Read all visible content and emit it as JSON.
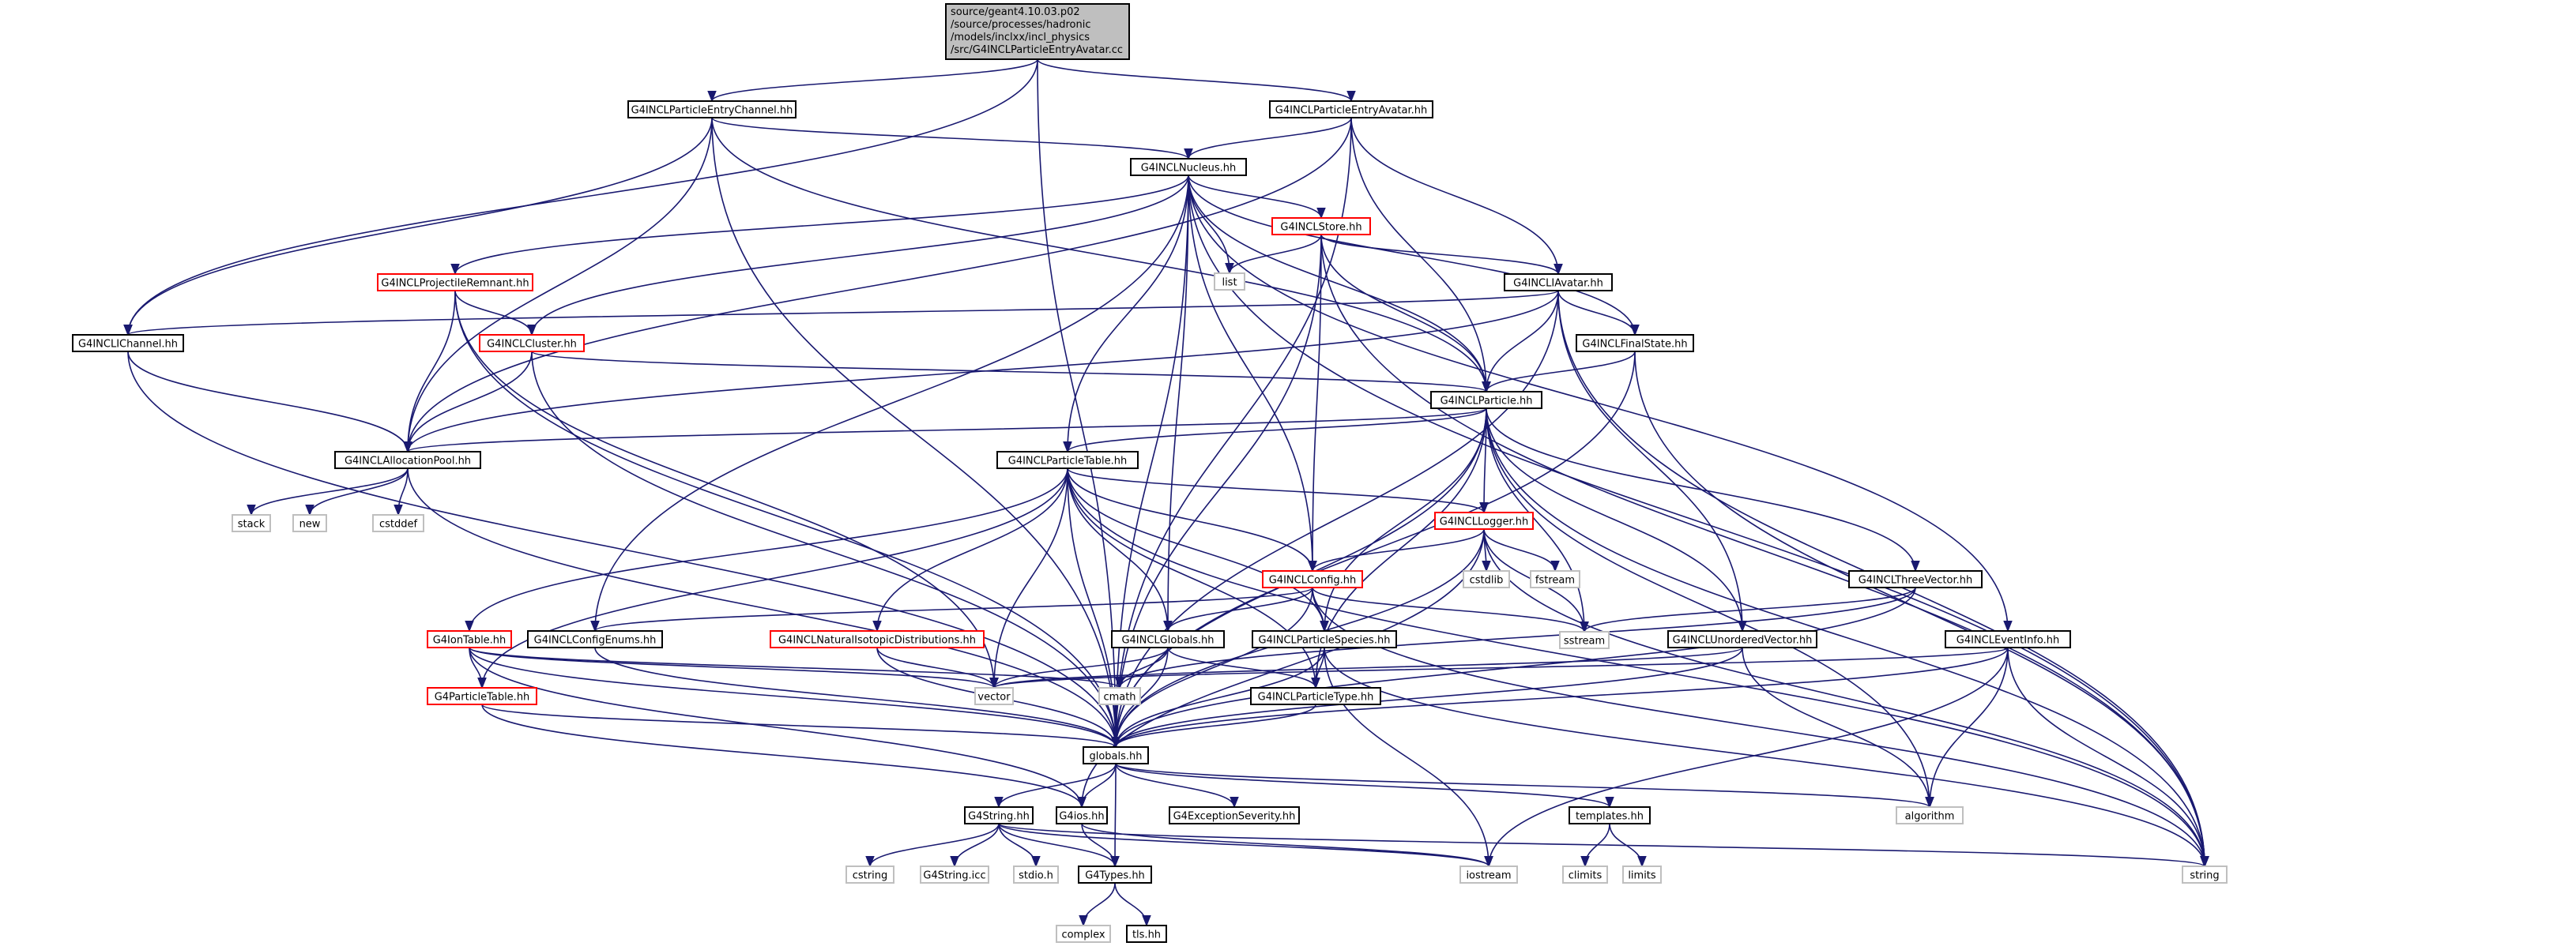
{
  "graph": {
    "colors": {
      "edge": "#191970",
      "root_fill": "#bfbfbf",
      "root_border": "#000000",
      "normal_border": "#000000",
      "red_border": "#ff0000",
      "system_border": "#bfbfbf",
      "fill": "#ffffff"
    },
    "nodes": [
      {
        "id": "root",
        "kind": "root",
        "lines": [
          "source/geant4.10.03.p02",
          "/source/processes/hadronic",
          "/models/inclxx/incl_physics",
          "/src/G4INCLParticleEntryAvatar.cc"
        ]
      },
      {
        "id": "entrychannel",
        "kind": "normal",
        "lines": [
          "G4INCLParticleEntryChannel.hh"
        ]
      },
      {
        "id": "entryavatar",
        "kind": "normal",
        "lines": [
          "G4INCLParticleEntryAvatar.hh"
        ]
      },
      {
        "id": "nucleus",
        "kind": "normal",
        "lines": [
          "G4INCLNucleus.hh"
        ]
      },
      {
        "id": "store",
        "kind": "red",
        "lines": [
          "G4INCLStore.hh"
        ]
      },
      {
        "id": "list",
        "kind": "system",
        "lines": [
          "list"
        ]
      },
      {
        "id": "projrem",
        "kind": "red",
        "lines": [
          "G4INCLProjectileRemnant.hh"
        ]
      },
      {
        "id": "iavatar",
        "kind": "normal",
        "lines": [
          "G4INCLIAvatar.hh"
        ]
      },
      {
        "id": "ichannel",
        "kind": "normal",
        "lines": [
          "G4INCLIChannel.hh"
        ]
      },
      {
        "id": "cluster",
        "kind": "red",
        "lines": [
          "G4INCLCluster.hh"
        ]
      },
      {
        "id": "finalstate",
        "kind": "normal",
        "lines": [
          "G4INCLFinalState.hh"
        ]
      },
      {
        "id": "particle",
        "kind": "normal",
        "lines": [
          "G4INCLParticle.hh"
        ]
      },
      {
        "id": "allocpool",
        "kind": "normal",
        "lines": [
          "G4INCLAllocationPool.hh"
        ]
      },
      {
        "id": "ptable",
        "kind": "normal",
        "lines": [
          "G4INCLParticleTable.hh"
        ]
      },
      {
        "id": "stack",
        "kind": "system",
        "lines": [
          "stack"
        ]
      },
      {
        "id": "new",
        "kind": "system",
        "lines": [
          "new"
        ]
      },
      {
        "id": "cstddef",
        "kind": "system",
        "lines": [
          "cstddef"
        ]
      },
      {
        "id": "logger",
        "kind": "red",
        "lines": [
          "G4INCLLogger.hh"
        ]
      },
      {
        "id": "cstdlib",
        "kind": "system",
        "lines": [
          "cstdlib"
        ]
      },
      {
        "id": "fstream",
        "kind": "system",
        "lines": [
          "fstream"
        ]
      },
      {
        "id": "config",
        "kind": "red",
        "lines": [
          "G4INCLConfig.hh"
        ]
      },
      {
        "id": "threevec",
        "kind": "normal",
        "lines": [
          "G4INCLThreeVector.hh"
        ]
      },
      {
        "id": "sstream",
        "kind": "system",
        "lines": [
          "sstream"
        ]
      },
      {
        "id": "iontable",
        "kind": "red",
        "lines": [
          "G4IonTable.hh"
        ]
      },
      {
        "id": "configenums",
        "kind": "normal",
        "lines": [
          "G4INCLConfigEnums.hh"
        ]
      },
      {
        "id": "natiso",
        "kind": "red",
        "lines": [
          "G4INCLNaturalIsotopicDistributions.hh"
        ]
      },
      {
        "id": "inclglobals",
        "kind": "normal",
        "lines": [
          "G4INCLGlobals.hh"
        ]
      },
      {
        "id": "pspecies",
        "kind": "normal",
        "lines": [
          "G4INCLParticleSpecies.hh"
        ]
      },
      {
        "id": "unordvec",
        "kind": "normal",
        "lines": [
          "G4INCLUnorderedVector.hh"
        ]
      },
      {
        "id": "eventinfo",
        "kind": "normal",
        "lines": [
          "G4INCLEventInfo.hh"
        ]
      },
      {
        "id": "g4ptable",
        "kind": "red",
        "lines": [
          "G4ParticleTable.hh"
        ]
      },
      {
        "id": "vector",
        "kind": "system",
        "lines": [
          "vector"
        ]
      },
      {
        "id": "cmath",
        "kind": "system",
        "lines": [
          "cmath"
        ]
      },
      {
        "id": "ptype",
        "kind": "normal",
        "lines": [
          "G4INCLParticleType.hh"
        ]
      },
      {
        "id": "globals",
        "kind": "normal",
        "lines": [
          "globals.hh"
        ]
      },
      {
        "id": "g4string",
        "kind": "normal",
        "lines": [
          "G4String.hh"
        ]
      },
      {
        "id": "g4ios",
        "kind": "normal",
        "lines": [
          "G4ios.hh"
        ]
      },
      {
        "id": "exsev",
        "kind": "normal",
        "lines": [
          "G4ExceptionSeverity.hh"
        ]
      },
      {
        "id": "templates",
        "kind": "normal",
        "lines": [
          "templates.hh"
        ]
      },
      {
        "id": "algorithm",
        "kind": "system",
        "lines": [
          "algorithm"
        ]
      },
      {
        "id": "cstring",
        "kind": "system",
        "lines": [
          "cstring"
        ]
      },
      {
        "id": "g4stringicc",
        "kind": "system",
        "lines": [
          "G4String.icc"
        ]
      },
      {
        "id": "stdio",
        "kind": "system",
        "lines": [
          "stdio.h"
        ]
      },
      {
        "id": "g4types",
        "kind": "normal",
        "lines": [
          "G4Types.hh"
        ]
      },
      {
        "id": "iostream",
        "kind": "system",
        "lines": [
          "iostream"
        ]
      },
      {
        "id": "climits",
        "kind": "system",
        "lines": [
          "climits"
        ]
      },
      {
        "id": "limits",
        "kind": "system",
        "lines": [
          "limits"
        ]
      },
      {
        "id": "string",
        "kind": "system",
        "lines": [
          "string"
        ]
      },
      {
        "id": "complex",
        "kind": "system",
        "lines": [
          "complex"
        ]
      },
      {
        "id": "tls",
        "kind": "normal",
        "lines": [
          "tls.hh"
        ]
      }
    ],
    "edges": [
      [
        "root",
        "entrychannel"
      ],
      [
        "root",
        "entryavatar"
      ],
      [
        "root",
        "ichannel"
      ],
      [
        "root",
        "globals"
      ],
      [
        "entrychannel",
        "nucleus"
      ],
      [
        "entrychannel",
        "ichannel"
      ],
      [
        "entrychannel",
        "allocpool"
      ],
      [
        "entrychannel",
        "particle"
      ],
      [
        "entrychannel",
        "globals"
      ],
      [
        "entryavatar",
        "nucleus"
      ],
      [
        "entryavatar",
        "iavatar"
      ],
      [
        "entryavatar",
        "particle"
      ],
      [
        "entryavatar",
        "allocpool"
      ],
      [
        "entryavatar",
        "globals"
      ],
      [
        "nucleus",
        "store"
      ],
      [
        "nucleus",
        "list"
      ],
      [
        "nucleus",
        "projrem"
      ],
      [
        "nucleus",
        "cluster"
      ],
      [
        "nucleus",
        "finalstate"
      ],
      [
        "nucleus",
        "particle"
      ],
      [
        "nucleus",
        "ptable"
      ],
      [
        "nucleus",
        "config"
      ],
      [
        "nucleus",
        "configenums"
      ],
      [
        "nucleus",
        "inclglobals"
      ],
      [
        "nucleus",
        "eventinfo"
      ],
      [
        "nucleus",
        "globals"
      ],
      [
        "nucleus",
        "string"
      ],
      [
        "store",
        "list"
      ],
      [
        "store",
        "iavatar"
      ],
      [
        "store",
        "particle"
      ],
      [
        "store",
        "config"
      ],
      [
        "store",
        "globals"
      ],
      [
        "store",
        "string"
      ],
      [
        "projrem",
        "cluster"
      ],
      [
        "projrem",
        "allocpool"
      ],
      [
        "projrem",
        "vector"
      ],
      [
        "projrem",
        "globals"
      ],
      [
        "iavatar",
        "ichannel"
      ],
      [
        "iavatar",
        "finalstate"
      ],
      [
        "iavatar",
        "particle"
      ],
      [
        "iavatar",
        "allocpool"
      ],
      [
        "iavatar",
        "unordvec"
      ],
      [
        "iavatar",
        "globals"
      ],
      [
        "iavatar",
        "string"
      ],
      [
        "ichannel",
        "allocpool"
      ],
      [
        "ichannel",
        "globals"
      ],
      [
        "cluster",
        "particle"
      ],
      [
        "cluster",
        "allocpool"
      ],
      [
        "cluster",
        "globals"
      ],
      [
        "finalstate",
        "particle"
      ],
      [
        "finalstate",
        "globals"
      ],
      [
        "finalstate",
        "string"
      ],
      [
        "particle",
        "allocpool"
      ],
      [
        "particle",
        "ptable"
      ],
      [
        "particle",
        "logger"
      ],
      [
        "particle",
        "threevec"
      ],
      [
        "particle",
        "unordvec"
      ],
      [
        "particle",
        "pspecies"
      ],
      [
        "particle",
        "ptype"
      ],
      [
        "particle",
        "sstream"
      ],
      [
        "particle",
        "globals"
      ],
      [
        "particle",
        "string"
      ],
      [
        "particle",
        "algorithm"
      ],
      [
        "allocpool",
        "stack"
      ],
      [
        "allocpool",
        "new"
      ],
      [
        "allocpool",
        "cstddef"
      ],
      [
        "allocpool",
        "globals"
      ],
      [
        "ptable",
        "logger"
      ],
      [
        "ptable",
        "config"
      ],
      [
        "ptable",
        "iontable"
      ],
      [
        "ptable",
        "natiso"
      ],
      [
        "ptable",
        "inclglobals"
      ],
      [
        "ptable",
        "pspecies"
      ],
      [
        "ptable",
        "ptype"
      ],
      [
        "ptable",
        "vector"
      ],
      [
        "ptable",
        "g4ptable"
      ],
      [
        "ptable",
        "globals"
      ],
      [
        "ptable",
        "string"
      ],
      [
        "logger",
        "cstdlib"
      ],
      [
        "logger",
        "fstream"
      ],
      [
        "logger",
        "sstream"
      ],
      [
        "logger",
        "config"
      ],
      [
        "logger",
        "globals"
      ],
      [
        "logger",
        "string"
      ],
      [
        "logger",
        "g4ios"
      ],
      [
        "config",
        "configenums"
      ],
      [
        "config",
        "pspecies"
      ],
      [
        "config",
        "sstream"
      ],
      [
        "config",
        "inclglobals"
      ],
      [
        "config",
        "globals"
      ],
      [
        "config",
        "string"
      ],
      [
        "threevec",
        "sstream"
      ],
      [
        "threevec",
        "cmath"
      ],
      [
        "threevec",
        "globals"
      ],
      [
        "iontable",
        "g4ptable"
      ],
      [
        "iontable",
        "vector"
      ],
      [
        "iontable",
        "cmath"
      ],
      [
        "iontable",
        "globals"
      ],
      [
        "iontable",
        "g4ios"
      ],
      [
        "configenums",
        "globals"
      ],
      [
        "natiso",
        "vector"
      ],
      [
        "natiso",
        "globals"
      ],
      [
        "inclglobals",
        "cmath"
      ],
      [
        "inclglobals",
        "vector"
      ],
      [
        "inclglobals",
        "ptype"
      ],
      [
        "inclglobals",
        "globals"
      ],
      [
        "pspecies",
        "ptype"
      ],
      [
        "pspecies",
        "iostream"
      ],
      [
        "pspecies",
        "string"
      ],
      [
        "pspecies",
        "globals"
      ],
      [
        "unordvec",
        "vector"
      ],
      [
        "unordvec",
        "algorithm"
      ],
      [
        "unordvec",
        "globals"
      ],
      [
        "eventinfo",
        "globals"
      ],
      [
        "eventinfo",
        "string"
      ],
      [
        "eventinfo",
        "algorithm"
      ],
      [
        "eventinfo",
        "iostream"
      ],
      [
        "eventinfo",
        "vector"
      ],
      [
        "g4ptable",
        "globals"
      ],
      [
        "g4ptable",
        "g4ios"
      ],
      [
        "ptype",
        "globals"
      ],
      [
        "globals",
        "g4string"
      ],
      [
        "globals",
        "g4ios"
      ],
      [
        "globals",
        "exsev"
      ],
      [
        "globals",
        "templates"
      ],
      [
        "globals",
        "algorithm"
      ],
      [
        "globals",
        "g4types"
      ],
      [
        "g4string",
        "cstring"
      ],
      [
        "g4string",
        "g4stringicc"
      ],
      [
        "g4string",
        "stdio"
      ],
      [
        "g4string",
        "g4types"
      ],
      [
        "g4string",
        "iostream"
      ],
      [
        "g4string",
        "string"
      ],
      [
        "g4ios",
        "g4types"
      ],
      [
        "g4ios",
        "iostream"
      ],
      [
        "templates",
        "climits"
      ],
      [
        "templates",
        "limits"
      ],
      [
        "g4types",
        "complex"
      ],
      [
        "g4types",
        "tls"
      ]
    ]
  }
}
